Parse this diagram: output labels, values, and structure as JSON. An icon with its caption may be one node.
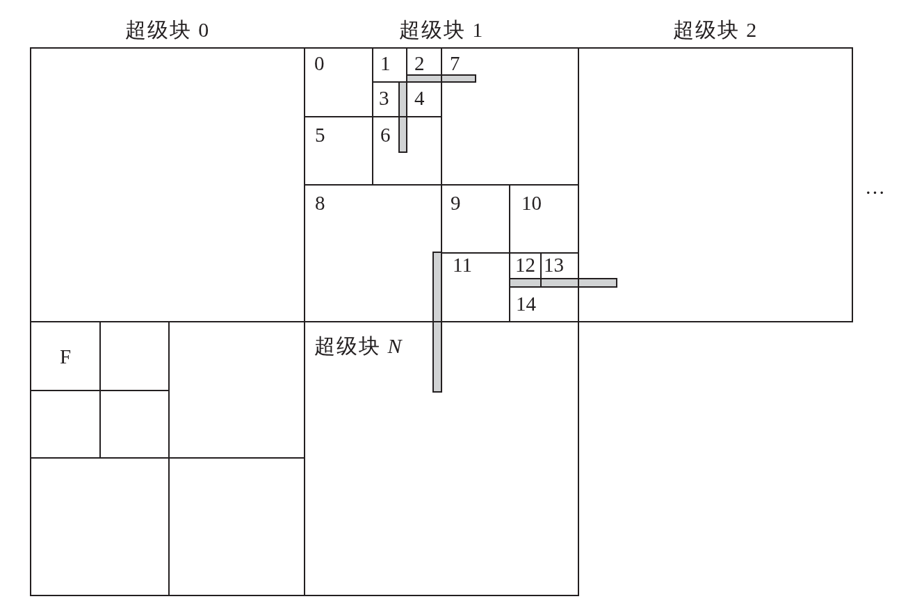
{
  "diagram": {
    "nodes": [
      {
        "text": [
          "超级块 0"
        ]
      },
      {
        "text": [
          "超级块 1"
        ]
      },
      {
        "text": [
          "0"
        ],
        "in": 1
      },
      {
        "text": [
          "1"
        ],
        "in": 1
      },
      {
        "text": [
          "2"
        ],
        "in": 1
      },
      {
        "text": [
          "7"
        ],
        "in": 1
      },
      {
        "text": [
          "3"
        ],
        "in": 1
      },
      {
        "text": [
          "4"
        ],
        "in": 1
      },
      {
        "text": [
          "5"
        ],
        "in": 1
      },
      {
        "text": [
          "6"
        ],
        "in": 1
      },
      {
        "text": [
          "8"
        ],
        "in": 1
      },
      {
        "text": [
          "9"
        ],
        "in": 1
      },
      {
        "text": [
          "10"
        ],
        "in": 1
      },
      {
        "text": [
          "11"
        ],
        "in": 1
      },
      {
        "text": [
          "12"
        ],
        "in": 1
      },
      {
        "text": [
          "13"
        ],
        "in": 1
      },
      {
        "text": [
          "14"
        ],
        "in": 1
      },
      {
        "text": [
          "超级块 2"
        ]
      },
      {
        "text": [],
        "shape": "box"
      },
      {
        "text": [
          "F"
        ],
        "in": 18
      },
      {
        "text": [],
        "shape": "box",
        "in": 18
      },
      {
        "text": [],
        "shape": "box",
        "in": 18
      },
      {
        "text": [],
        "shape": "box",
        "in": 18
      },
      {
        "text": [],
        "shape": "box",
        "in": 18
      },
      {
        "text": [],
        "shape": "box",
        "in": 18
      },
      {
        "text": [],
        "shape": "box",
        "in": 18
      },
      {
        "text": [
          "超级块 *N*"
        ]
      }
    ],
    "labels": [
      "…"
    ]
  }
}
